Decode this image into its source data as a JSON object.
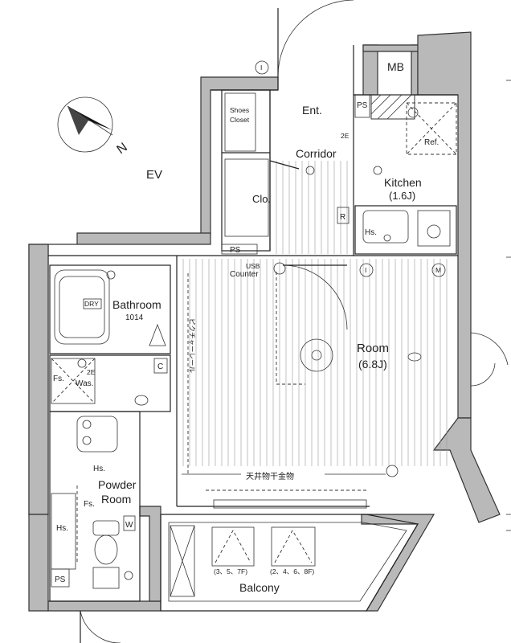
{
  "plan": {
    "elevator_label": "EV",
    "compass_label": "N",
    "rooms": {
      "mb": "MB",
      "ps_top": "PS",
      "ps_corridor": "PS",
      "ps_bottom": "PS",
      "entrance": "Ent.",
      "shoes_closet": "Shoes\nCloset",
      "corridor": "Corridor",
      "closet": "Clo.",
      "kitchen": "Kitchen",
      "kitchen_area": "(1.6J)",
      "refrigerator": "Ref.",
      "range_hood": "R",
      "kitchen_sink": "Hs.",
      "usb_counter_line1": "USB",
      "usb_counter_line2": "Counter",
      "bathroom": "Bathroom",
      "bathroom_size": "1014",
      "dryer": "DRY",
      "picture_rail": "ピクチャーレール",
      "room": "Room",
      "room_area": "(6.8J)",
      "washer": "Was.",
      "washer_fs": "Fs.",
      "washer_2e": "2E",
      "bath_c": "C",
      "powder_room_line1": "Powder",
      "powder_room_line2": "Room",
      "powder_hs": "Hs.",
      "powder_hs_left": "Hs.",
      "powder_fs": "Fs.",
      "powder_w": "W",
      "ceiling_drying": "天井物干金物",
      "balcony": "Balcony",
      "balcony_note_1": "(3、5、7F)",
      "balcony_note_2": "(2、4、6、8F)",
      "kitchen_2e": "2E",
      "marker_i": "I",
      "marker_m": "M"
    }
  }
}
